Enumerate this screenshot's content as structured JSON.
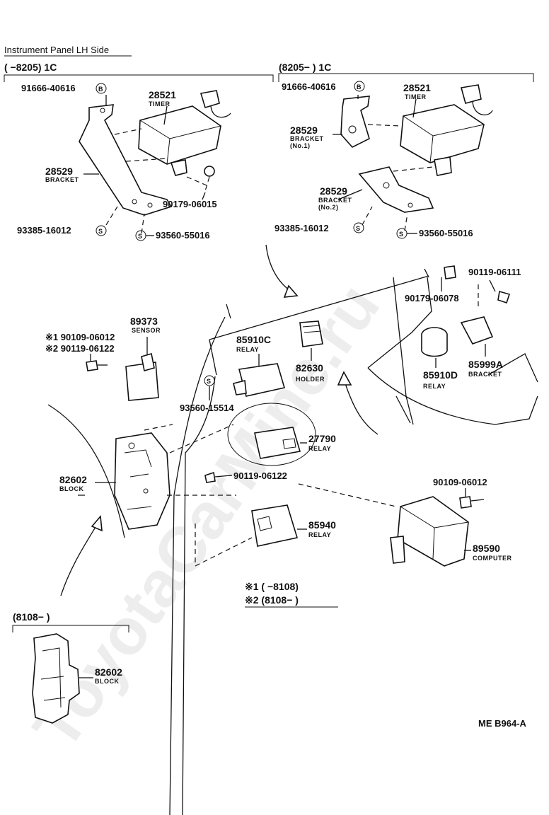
{
  "header": {
    "title": "Instrument Panel LH Side",
    "left_range": "(        −8205) 1C",
    "right_range": "(8205−          ) 1C"
  },
  "left_group": {
    "bolt_b": "91666-40616",
    "b_symbol": "B",
    "timer_num": "28521",
    "timer_name": "TIMER",
    "bracket_num": "28529",
    "bracket_name": "BRACKET",
    "nut": "90179-06015",
    "screw_s1": "93385-16012",
    "screw_s2": "93560-55016",
    "s_symbol": "S"
  },
  "right_group": {
    "bolt_b": "91666-40616",
    "timer_num": "28521",
    "timer_name": "TIMER",
    "bracket1_num": "28529",
    "bracket1_name": "BRACKET",
    "bracket1_sub": "(No.1)",
    "bracket2_num": "28529",
    "bracket2_name": "BRACKET",
    "bracket2_sub": "(No.2)",
    "screw_s1": "93385-16012",
    "screw_s2": "93560-55016"
  },
  "middle": {
    "clip": "90179-06078",
    "bolt_right": "90119-06111",
    "sensor_num": "89373",
    "sensor_name": "SENSOR",
    "sensor_bolt1": "※1 90109-06012",
    "sensor_bolt2": "※2 90119-06122",
    "relay_c_num": "85910C",
    "relay_c_name": "RELAY",
    "holder_num": "82630",
    "holder_name": "HOLDER",
    "relay_d_num": "85910D",
    "relay_d_name": "RELAY",
    "bracket_a_num": "85999A",
    "bracket_a_name": "BRACKET",
    "screw_s": "93560-15514",
    "relay_27790_num": "27790",
    "relay_27790_name": "RELAY",
    "block_num": "82602",
    "block_name": "BLOCK",
    "bolt_mid": "90119-06122",
    "bolt_comp": "90109-06012",
    "relay_85940_num": "85940",
    "relay_85940_name": "RELAY",
    "computer_num": "89590",
    "computer_name": "COMPUTER",
    "note1": "※1 (        −8108)",
    "note2": "※2 (8108−          )"
  },
  "bottom": {
    "range": "(8108−          )",
    "block_num": "82602",
    "block_name": "BLOCK",
    "code": "ME B964-A"
  },
  "watermark": "ToyotaCarMine.ru"
}
